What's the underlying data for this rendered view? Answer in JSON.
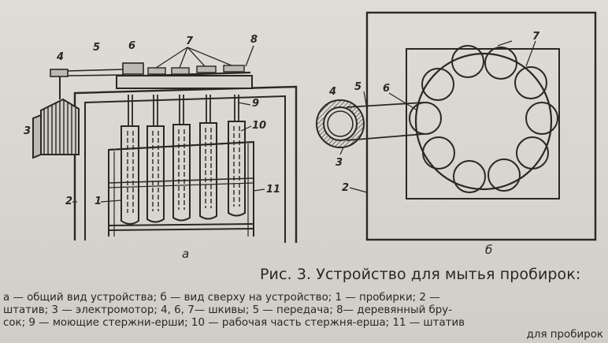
{
  "figure": {
    "label_a": "а",
    "label_b": "б",
    "labels_a": {
      "n1": "1",
      "n2": "2",
      "n3": "3",
      "n4": "4",
      "n5": "5",
      "n6": "6",
      "n7": "7",
      "n8": "8",
      "n9": "9",
      "n10": "10",
      "n11": "11"
    },
    "labels_b": {
      "n2": "2",
      "n3": "3",
      "n4": "4",
      "n5": "5",
      "n6": "6",
      "n7": "7"
    }
  },
  "caption": {
    "title": "Рис. 3. Устройство для мытья пробирок:",
    "line1": "а — общий вид устройства; б — вид сверху на устройство; 1 — пробирки; 2 —",
    "line2": "штатив; 3 — электромотор; 4, 6, 7— шкивы; 5 — передача; 8— деревянный бру-",
    "line3": "сок; 9 — моющие стержни-ерши; 10 — рабочая часть стержня-ерша; 11 — штатив",
    "line4": "для пробирок"
  }
}
